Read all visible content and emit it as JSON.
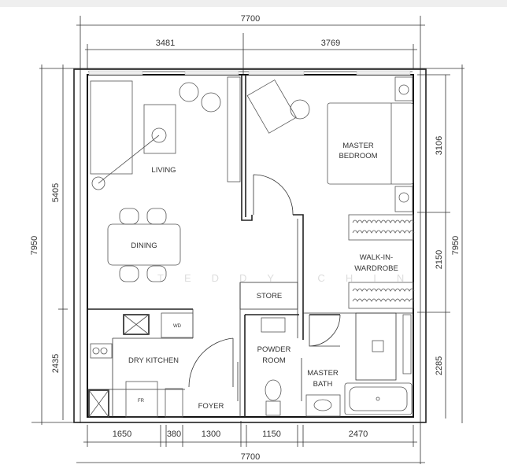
{
  "dimensions": {
    "top_total": "7700",
    "top_left": "3481",
    "top_right": "3769",
    "left_total": "7950",
    "left_upper": "5405",
    "left_lower": "2435",
    "right_total": "7950",
    "right_upper": "3106",
    "right_middle": "2150",
    "right_lower": "2285",
    "bottom_segments": [
      "1650",
      "380",
      "1300",
      "1150",
      "2470"
    ],
    "bottom_total": "7700"
  },
  "rooms": {
    "living": "LIVING",
    "dining": "DINING",
    "master_bedroom_line1": "MASTER",
    "master_bedroom_line2": "BEDROOM",
    "walk_in_wardrobe_line1": "WALK-IN-",
    "walk_in_wardrobe_line2": "WARDROBE",
    "store": "STORE",
    "powder_room_line1": "POWDER",
    "powder_room_line2": "ROOM",
    "dry_kitchen": "DRY KITCHEN",
    "master_bath_line1": "MASTER",
    "master_bath_line2": "BATH",
    "foyer": "FOYER"
  },
  "appliances": {
    "washer_dryer": "WD",
    "fridge": "FR"
  },
  "watermark": "TEDDY CHIN"
}
